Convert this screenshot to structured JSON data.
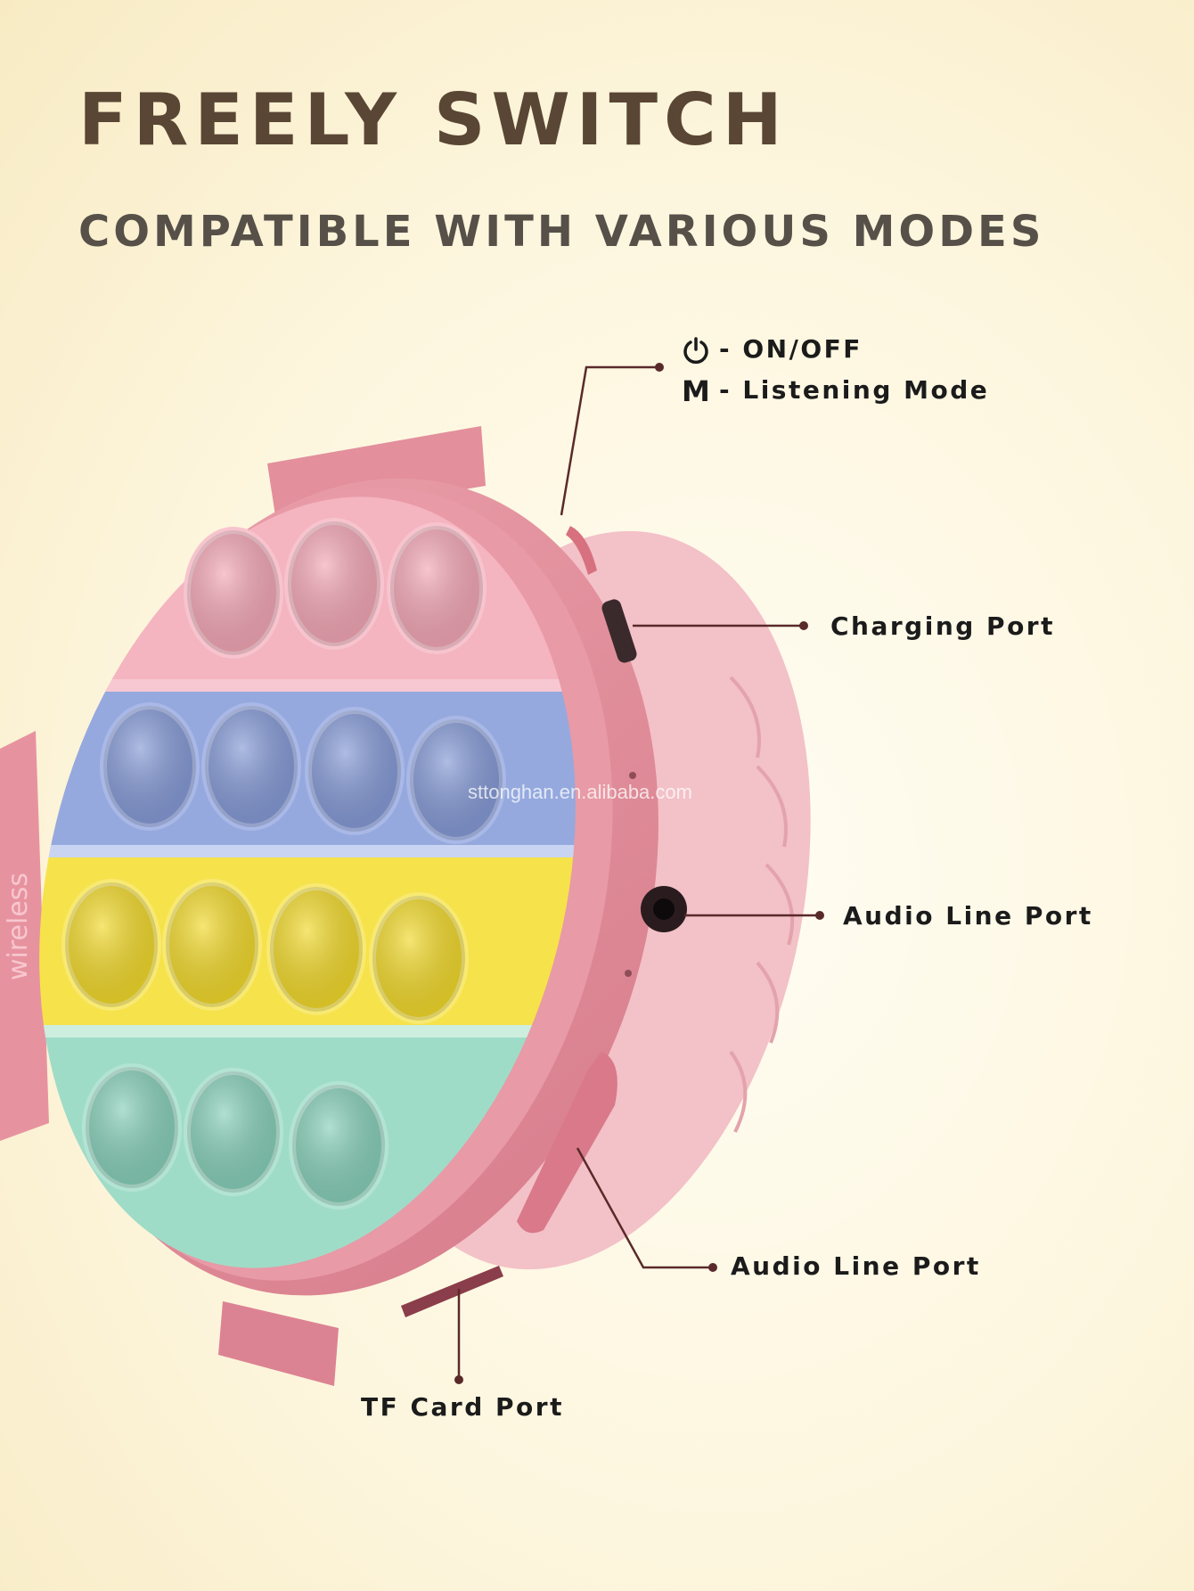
{
  "headline": "FREELY SWITCH",
  "subheadline": "COMPATIBLE WITH VARIOUS MODES",
  "watermark": "sttonghan.en.alibaba.com",
  "labels": {
    "power_glyph": "power-icon",
    "power_text": "- ON/OFF",
    "mode_glyph": "M",
    "mode_text": "- Listening Mode",
    "charging": "Charging Port",
    "audio_line_1": "Audio Line Port",
    "audio_line_2": "Audio Line Port",
    "tf_card": "TF Card Port"
  },
  "product_text": "wireless",
  "colors": {
    "text_dark": "#5a4634",
    "shell_pink": "#e38f9c",
    "pop_pink": "#f2aab8",
    "pop_blue": "#8b9ed8",
    "pop_yellow": "#f5e03a",
    "pop_mint": "#8fd5c0",
    "leader_line": "#5a2a2a"
  }
}
